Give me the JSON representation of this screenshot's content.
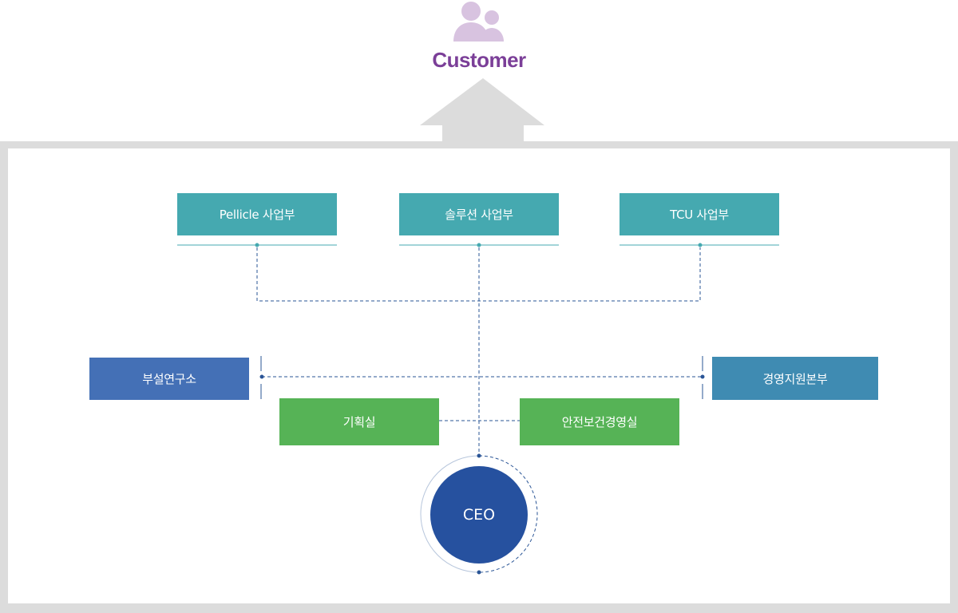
{
  "header": {
    "customer_label": "Customer",
    "customer_icon": "customers-icon",
    "arrow_icon": "up-arrow-icon"
  },
  "divisions": [
    {
      "label": "Pellicle 사업부"
    },
    {
      "label": "솔루션 사업부"
    },
    {
      "label": "TCU 사업부"
    }
  ],
  "side_units": {
    "lab": "부설연구소",
    "management": "경영지원본부"
  },
  "staff_units": {
    "planning": "기획실",
    "safety": "안전보건경영실"
  },
  "ceo": {
    "label": "CEO"
  },
  "colors": {
    "customer_purple": "#7b3f98",
    "icon_lilac": "#d8c3e0",
    "division_teal": "#45a9b0",
    "lab_blue": "#4470b6",
    "management_blue": "#3f8bb2",
    "staff_green": "#56b356",
    "ceo_navy": "#26519f",
    "connector_blue": "#2a5596",
    "frame_gray": "#dcdcdc"
  }
}
